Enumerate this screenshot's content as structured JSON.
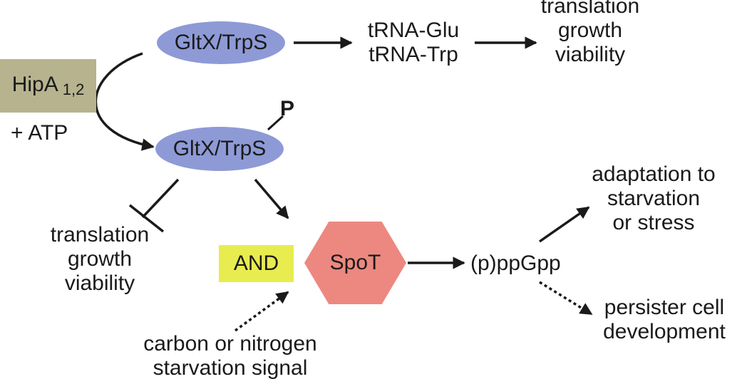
{
  "enzyme_label": "GltX/TrpS",
  "phospho_label": "P",
  "hipa_label": "HipA",
  "hipa_subscript": "1,2",
  "atp_label": "+ ATP",
  "trna_lines": [
    "tRNA-Glu",
    "tRNA-Trp"
  ],
  "outcome_top_lines": [
    "translation",
    "growth",
    "viability"
  ],
  "outcome_left_lines": [
    "translation",
    "growth",
    "viability"
  ],
  "and_label": "AND",
  "spot_label": "SpoT",
  "ppgpp_label": "(p)ppGpp",
  "adaptation_lines": [
    "adaptation to",
    "starvation",
    "or stress"
  ],
  "persister_lines": [
    "persister cell",
    "development"
  ],
  "signal_lines": [
    "carbon or nitrogen",
    "starvation signal"
  ],
  "colors": {
    "enzyme": "#8e9ad6",
    "hipa": "#b6b38e",
    "and_gate": "#e8ec4e",
    "spot": "#ec8880",
    "arrow": "#1a1a1a"
  }
}
